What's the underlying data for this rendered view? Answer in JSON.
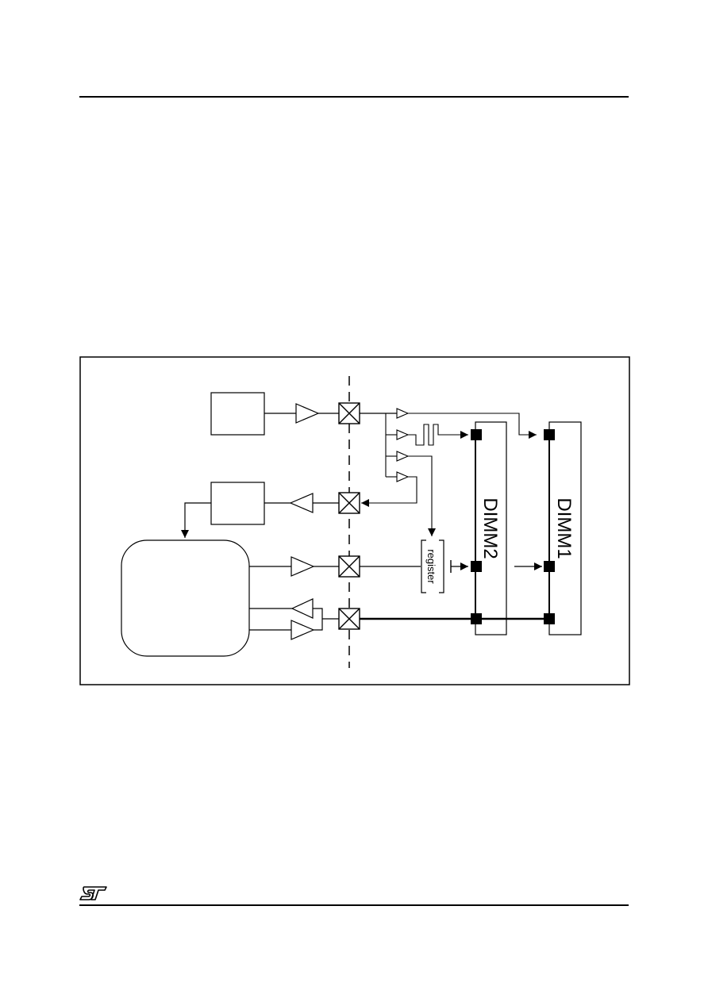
{
  "figure": {
    "modules": [
      {
        "id": "dimm2",
        "label": "DIMM2"
      },
      {
        "id": "dimm1",
        "label": "DIMM1"
      }
    ],
    "register_label": "register"
  },
  "logo": {
    "icon": "st-logo-icon"
  }
}
